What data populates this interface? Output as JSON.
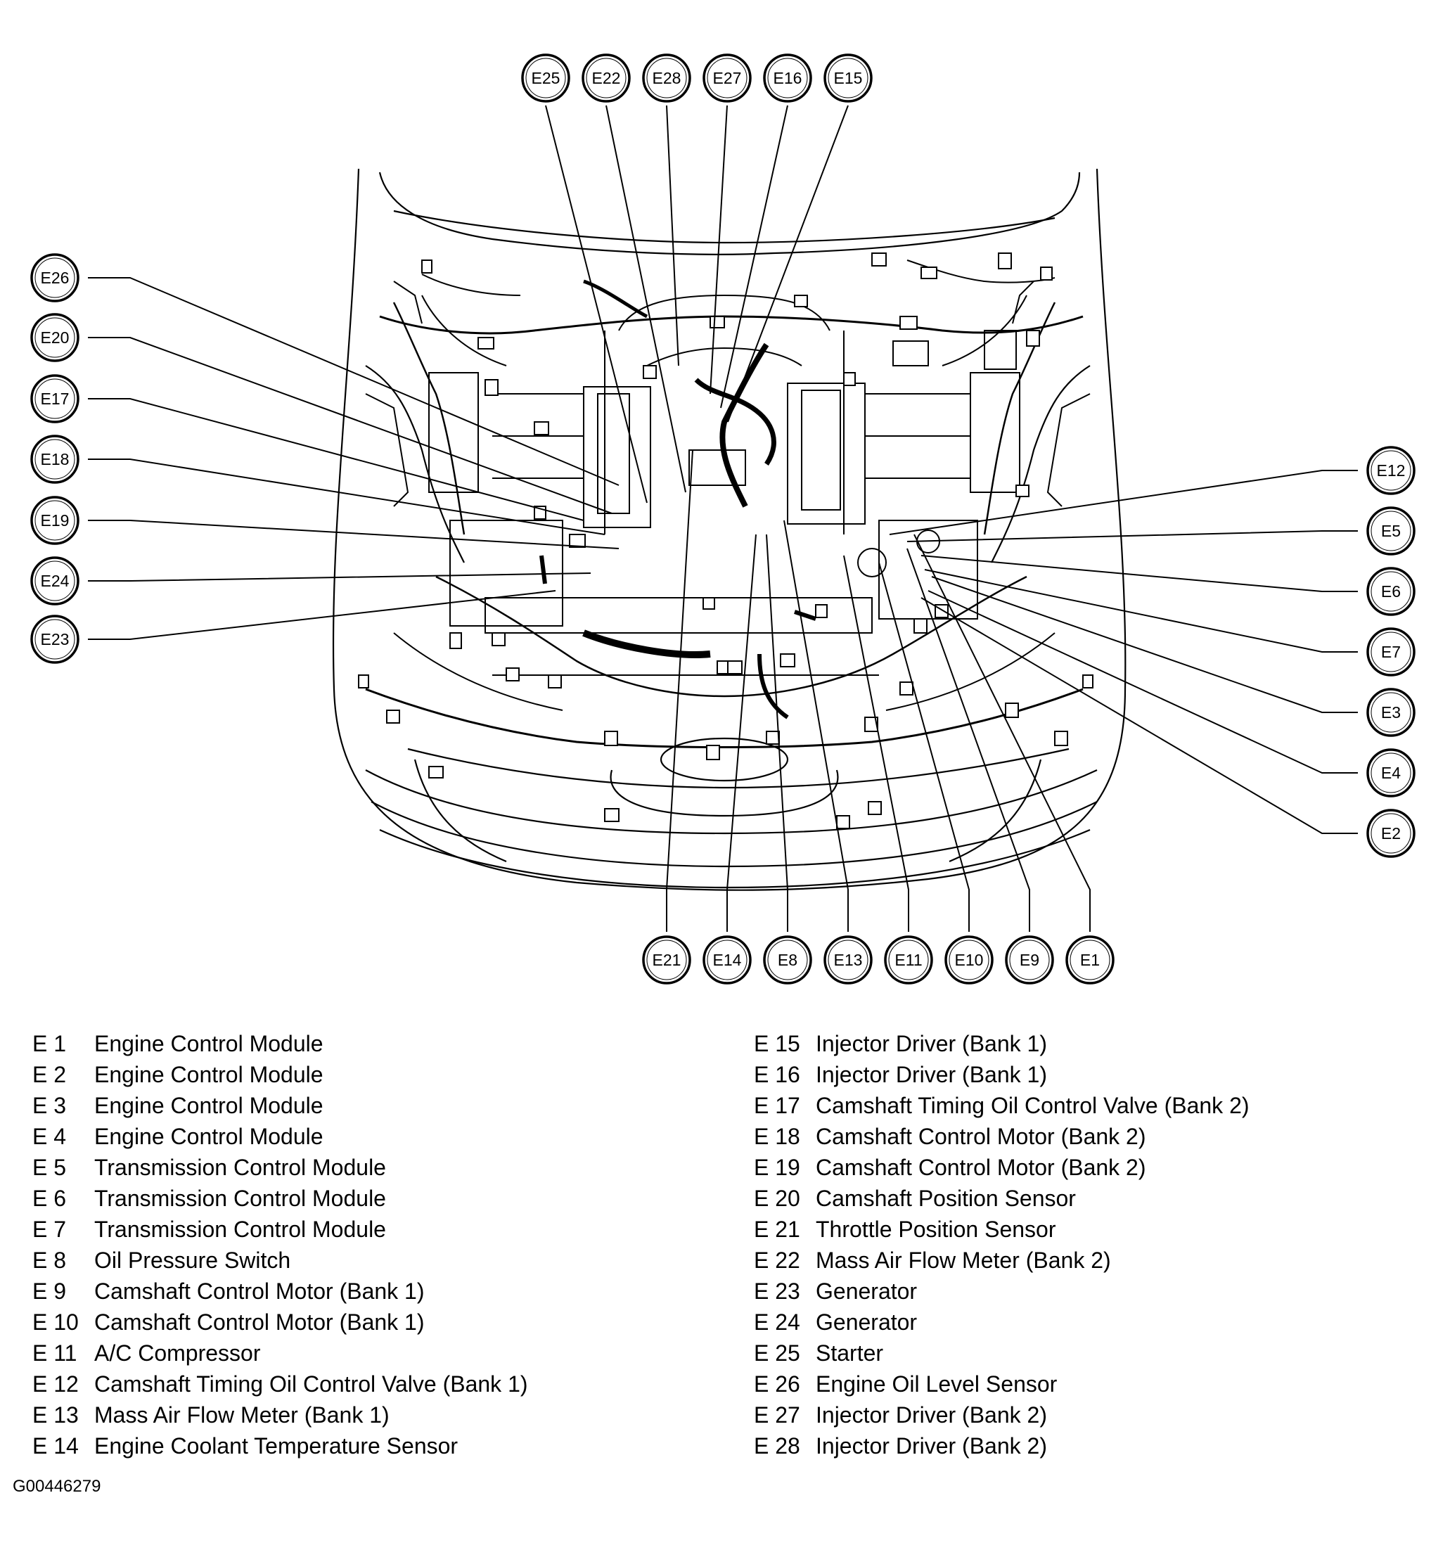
{
  "callouts": [
    {
      "id": "E25",
      "label": "E25"
    },
    {
      "id": "E22",
      "label": "E22"
    },
    {
      "id": "E28",
      "label": "E28"
    },
    {
      "id": "E27",
      "label": "E27"
    },
    {
      "id": "E16",
      "label": "E16"
    },
    {
      "id": "E15",
      "label": "E15"
    },
    {
      "id": "E26",
      "label": "E26"
    },
    {
      "id": "E20",
      "label": "E20"
    },
    {
      "id": "E17",
      "label": "E17"
    },
    {
      "id": "E18",
      "label": "E18"
    },
    {
      "id": "E19",
      "label": "E19"
    },
    {
      "id": "E24",
      "label": "E24"
    },
    {
      "id": "E23",
      "label": "E23"
    },
    {
      "id": "E12",
      "label": "E12"
    },
    {
      "id": "E5",
      "label": "E5"
    },
    {
      "id": "E6",
      "label": "E6"
    },
    {
      "id": "E7",
      "label": "E7"
    },
    {
      "id": "E3",
      "label": "E3"
    },
    {
      "id": "E4",
      "label": "E4"
    },
    {
      "id": "E2",
      "label": "E2"
    },
    {
      "id": "E21",
      "label": "E21"
    },
    {
      "id": "E14",
      "label": "E14"
    },
    {
      "id": "E8",
      "label": "E8"
    },
    {
      "id": "E13",
      "label": "E13"
    },
    {
      "id": "E11",
      "label": "E11"
    },
    {
      "id": "E10",
      "label": "E10"
    },
    {
      "id": "E9",
      "label": "E9"
    },
    {
      "id": "E1",
      "label": "E1"
    }
  ],
  "legend_left": [
    {
      "code": "E  1",
      "desc": "Engine Control Module"
    },
    {
      "code": "E  2",
      "desc": "Engine Control Module"
    },
    {
      "code": "E  3",
      "desc": "Engine Control Module"
    },
    {
      "code": "E  4",
      "desc": "Engine Control Module"
    },
    {
      "code": "E  5",
      "desc": "Transmission Control Module"
    },
    {
      "code": "E  6",
      "desc": "Transmission Control Module"
    },
    {
      "code": "E  7",
      "desc": "Transmission Control Module"
    },
    {
      "code": "E  8",
      "desc": "Oil Pressure Switch"
    },
    {
      "code": "E  9",
      "desc": "Camshaft Control Motor (Bank 1)"
    },
    {
      "code": "E 10",
      "desc": "Camshaft Control Motor (Bank 1)"
    },
    {
      "code": "E 11",
      "desc": "A/C Compressor"
    },
    {
      "code": "E 12",
      "desc": "Camshaft Timing Oil Control Valve (Bank 1)"
    },
    {
      "code": "E 13",
      "desc": "Mass Air Flow Meter (Bank 1)"
    },
    {
      "code": "E 14",
      "desc": "Engine Coolant Temperature Sensor"
    }
  ],
  "legend_right": [
    {
      "code": "E 15",
      "desc": "Injector Driver (Bank 1)"
    },
    {
      "code": "E 16",
      "desc": "Injector Driver (Bank 1)"
    },
    {
      "code": "E 17",
      "desc": "Camshaft Timing Oil Control Valve (Bank 2)"
    },
    {
      "code": "E 18",
      "desc": "Camshaft Control Motor (Bank 2)"
    },
    {
      "code": "E 19",
      "desc": "Camshaft Control Motor (Bank 2)"
    },
    {
      "code": "E 20",
      "desc": "Camshaft Position Sensor"
    },
    {
      "code": "E 21",
      "desc": "Throttle Position Sensor"
    },
    {
      "code": "E 22",
      "desc": "Mass Air Flow Meter (Bank 2)"
    },
    {
      "code": "E 23",
      "desc": "Generator"
    },
    {
      "code": "E 24",
      "desc": "Generator"
    },
    {
      "code": "E 25",
      "desc": "Starter"
    },
    {
      "code": "E 26",
      "desc": "Engine Oil Level Sensor"
    },
    {
      "code": "E 27",
      "desc": "Injector Driver (Bank 2)"
    },
    {
      "code": "E 28",
      "desc": "Injector Driver (Bank 2)"
    }
  ],
  "figure_id": "G00446279",
  "colors": {
    "ink": "#000000",
    "paper": "#ffffff"
  }
}
